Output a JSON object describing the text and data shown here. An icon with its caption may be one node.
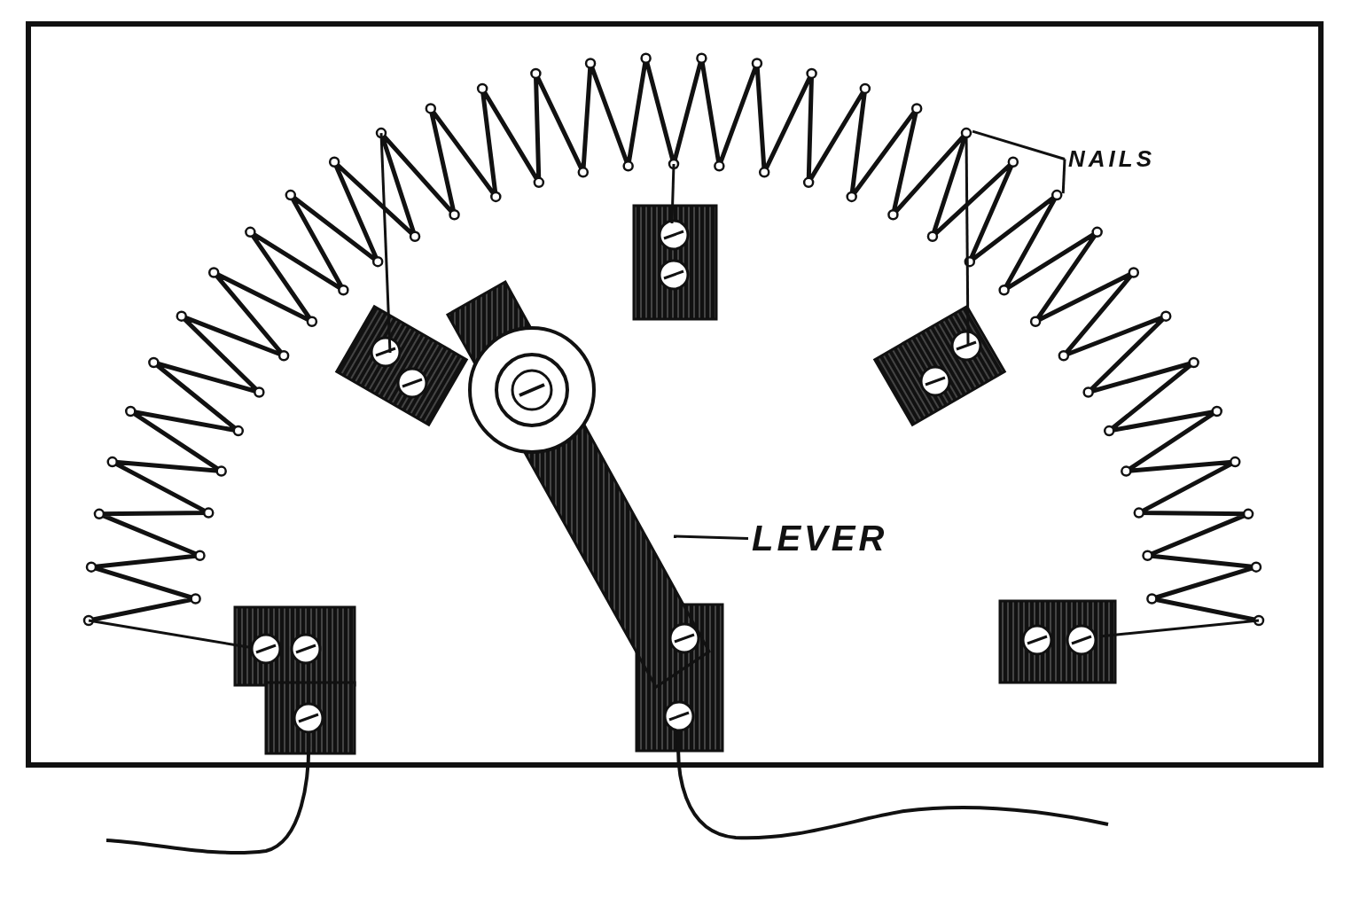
{
  "diagram": {
    "nodes": [
      {
        "text": [
          "NAILS"
        ]
      },
      {
        "text": [],
        "shape": "circle"
      },
      {
        "text": [],
        "shape": "circle"
      },
      {
        "text": [
          "LEVER"
        ]
      },
      {
        "text": [],
        "shape": "bar"
      }
    ],
    "edges": [
      {
        "from": 0,
        "to": 1,
        "arrow": "none"
      },
      {
        "from": 0,
        "to": 2,
        "arrow": "none"
      },
      {
        "from": 3,
        "to": 4,
        "arrow": "none"
      }
    ]
  }
}
